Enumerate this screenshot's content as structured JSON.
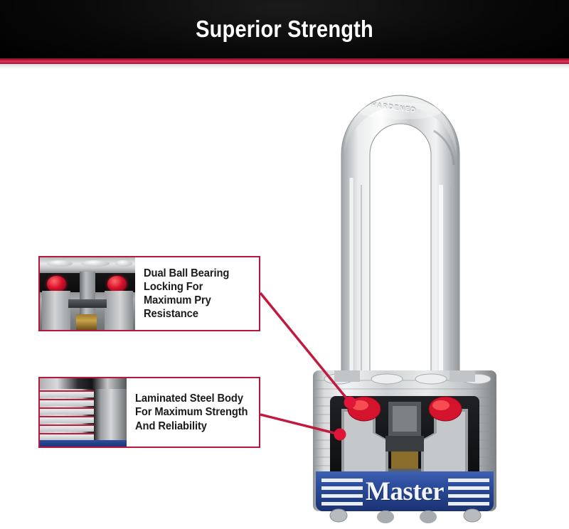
{
  "header": {
    "title": "Superior Strength",
    "background_color": "#000000",
    "title_color": "#ffffff",
    "accent_stripe_color": "#c21e45"
  },
  "product": {
    "brand": "Master",
    "brand_band_color": "#2c4d9e",
    "shackle_stamp": "HARDENED",
    "body_color": "#c9cbcc"
  },
  "callouts": [
    {
      "id": "dual-ball-bearing",
      "text": "Dual Ball Bearing\nLocking For\nMaximum Pry\nResistance",
      "border_color": "#b5183c",
      "thumbnail": "lock-internals-ball-bearings-photo"
    },
    {
      "id": "laminated-steel-body",
      "text": "Laminated Steel Body\nFor Maximum Strength\nAnd Reliability",
      "border_color": "#b5183c",
      "thumbnail": "laminated-steel-layers-photo"
    }
  ],
  "pointers": {
    "line_color": "#c01a3e",
    "dot_color": "#e01638"
  }
}
